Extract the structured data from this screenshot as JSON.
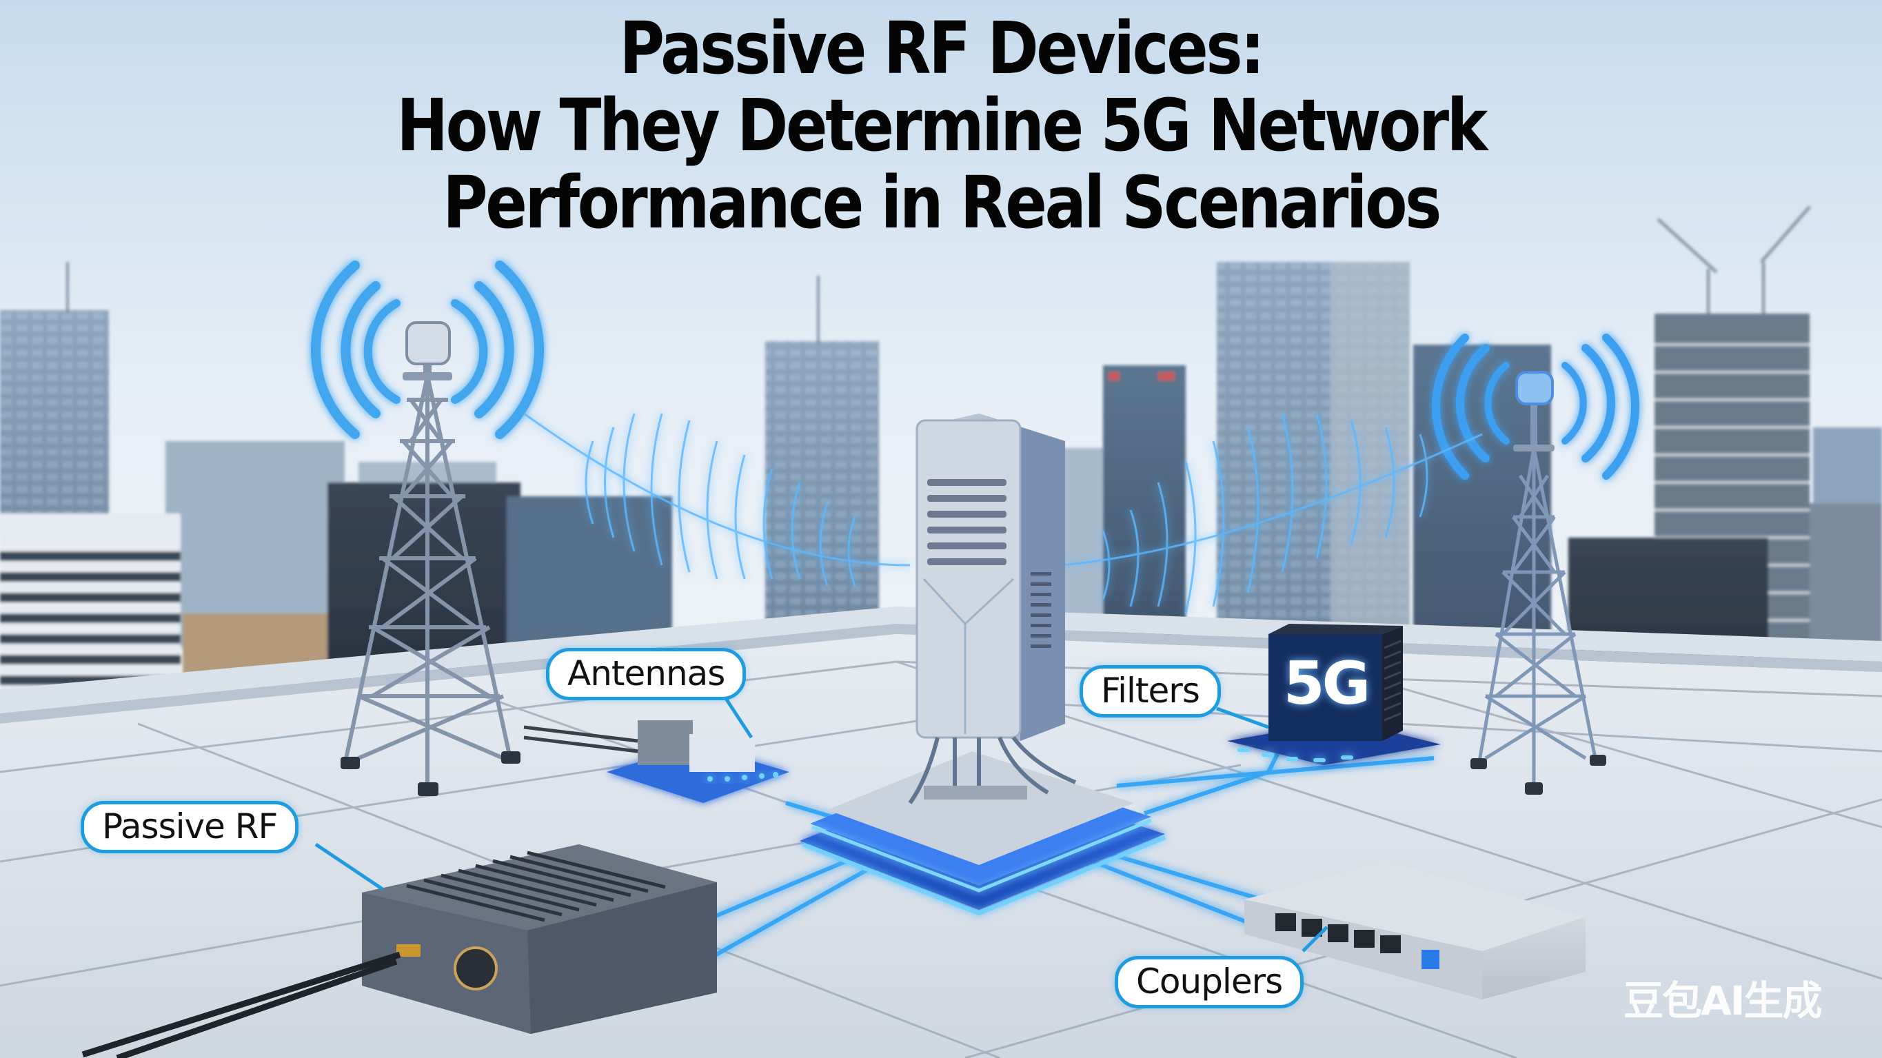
{
  "title": {
    "line1": "Passive RF Devices:",
    "line2": "How They Determine 5G Network",
    "line3": "Performance in Real Scenarios"
  },
  "callouts": {
    "antennas": "Antennas",
    "filters": "Filters",
    "passive_rf": "Passive RF",
    "couplers": "Couplers"
  },
  "devices": {
    "filter_cube_badge": "5G"
  },
  "watermark": "豆包AI生成",
  "colors": {
    "sky_top": "#c9dcec",
    "sky_bottom": "#eef3f8",
    "signal_blue": "#2f9ff0",
    "glow_blue": "#1f6fe8",
    "callout_border": "#1f9ce0",
    "floor": "#e3e8ef",
    "title_text": "#050505"
  }
}
